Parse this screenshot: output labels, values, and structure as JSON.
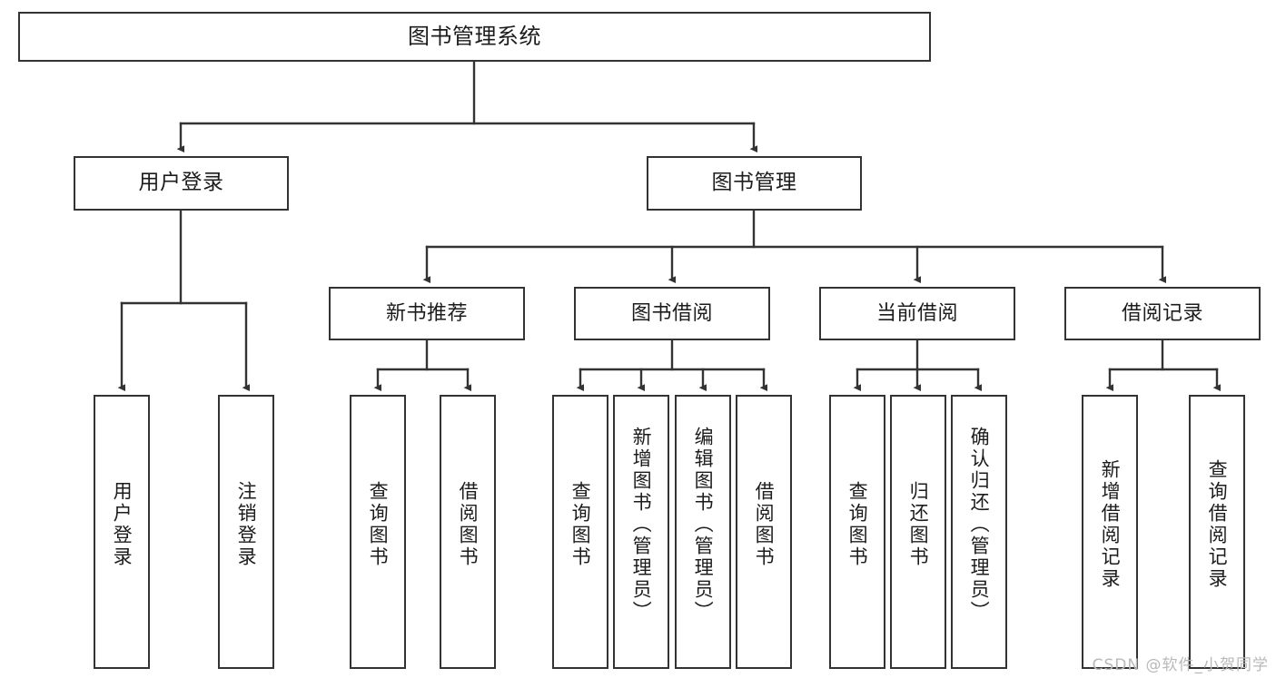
{
  "diagram": {
    "title": "图书管理系统",
    "type": "tree-hierarchy-chart",
    "colors": {
      "box_border": "#333333",
      "box_fill": "#ffffff",
      "connector": "#333333",
      "text": "#1c1c1c",
      "watermark": "#b9b9b9"
    },
    "root": {
      "label": "图书管理系统"
    },
    "level2": [
      {
        "id": "user-login",
        "label": "用户登录"
      },
      {
        "id": "book-management",
        "label": "图书管理"
      }
    ],
    "level3": [
      {
        "id": "new-book-recommend",
        "label": "新书推荐"
      },
      {
        "id": "book-borrow",
        "label": "图书借阅"
      },
      {
        "id": "current-borrow",
        "label": "当前借阅"
      },
      {
        "id": "borrow-record",
        "label": "借阅记录"
      }
    ],
    "leaves": {
      "user_login": [
        {
          "id": "leaf-user-login",
          "label": "用户登录"
        },
        {
          "id": "leaf-logout-login",
          "label": "注销登录"
        }
      ],
      "new_book_recommend": [
        {
          "id": "leaf-query-book-1",
          "label": "查询图书"
        },
        {
          "id": "leaf-borrow-book-1",
          "label": "借阅图书"
        }
      ],
      "book_borrow": [
        {
          "id": "leaf-query-book-2",
          "label": "查询图书"
        },
        {
          "id": "leaf-add-book",
          "label": "新增图书（管理员）"
        },
        {
          "id": "leaf-edit-book",
          "label": "编辑图书（管理员）"
        },
        {
          "id": "leaf-borrow-book-2",
          "label": "借阅图书"
        }
      ],
      "current_borrow": [
        {
          "id": "leaf-query-book-3",
          "label": "查询图书"
        },
        {
          "id": "leaf-return-book",
          "label": "归还图书"
        },
        {
          "id": "leaf-confirm-return",
          "label": "确认归还（管理员）"
        }
      ],
      "borrow_record": [
        {
          "id": "leaf-add-record",
          "label": "新增借阅记录"
        },
        {
          "id": "leaf-query-record",
          "label": "查询借阅记录"
        }
      ]
    }
  },
  "watermark": {
    "text": "CSDN @软件_小贺同学"
  }
}
